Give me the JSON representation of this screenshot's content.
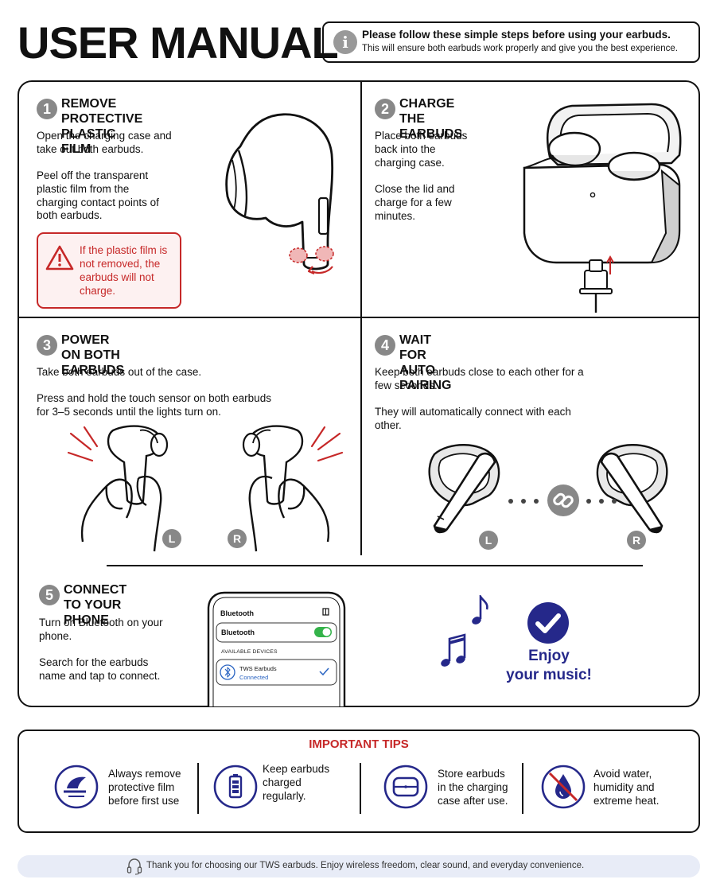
{
  "header": {
    "title": "USER MANUAL",
    "notice_icon": "i",
    "notice_line1": "Please follow these simple steps before using your earbuds.",
    "notice_line2": "This will ensure both earbuds work properly and give you the best experience."
  },
  "steps": [
    {
      "number": "1",
      "title": "REMOVE PROTECTIVE\nPLASTIC FILM",
      "text1": "Open the charging case and\ntake out both earbuds.",
      "text2": "Peel off the transparent\nplastic film from the\ncharging contact points of\nboth earbuds.",
      "warning": "If the plastic film is\nnot removed, the\nearbuds will not\ncharge."
    },
    {
      "number": "2",
      "title": "CHARGE THE\nEARBUDS",
      "text1": "Place both earbuds\nback into the\ncharging case.",
      "text2": "Close the lid and\ncharge for a few\nminutes."
    },
    {
      "number": "3",
      "title": "POWER ON BOTH\nEARBUDS",
      "text1": "Take both earbuds out of the case.",
      "text2": "Press and hold the touch sensor on both earbuds\nfor 3–5 seconds until the lights turn on.",
      "left_label": "L",
      "right_label": "R"
    },
    {
      "number": "4",
      "title": "WAIT FOR AUTO\nPAIRING",
      "text1": "Keep both earbuds close to each other for a\nfew seconds.",
      "text2": "They will automatically connect with each\nother.",
      "left_label": "L",
      "right_label": "R"
    },
    {
      "number": "5",
      "title": "CONNECT TO YOUR\nPHONE",
      "text1": "Turn on Bluetooth on your\nphone.",
      "text2": "Search for the earbuds\nname and tap to connect."
    }
  ],
  "phone": {
    "screen_title": "Bluetooth",
    "toggle_label": "Bluetooth",
    "toggle_on": true,
    "section_label": "AVAILABLE DEVICES",
    "device_name": "TWS Earbuds",
    "device_status": "Connected"
  },
  "enjoy": "Enjoy\nyour music!",
  "tips": {
    "title": "IMPORTANT TIPS",
    "items": [
      {
        "icon": "peel-film-icon",
        "text": "Always remove\nprotective film\nbefore first use"
      },
      {
        "icon": "battery-icon",
        "text": "Keep earbuds\ncharged\nregularly."
      },
      {
        "icon": "case-icon",
        "text": "Store earbuds\nin the charging\ncase after use."
      },
      {
        "icon": "no-water-icon",
        "text": "Avoid water,\nhumidity and\nextreme heat."
      }
    ]
  },
  "footer": {
    "text": "Thank you for choosing our TWS earbuds. Enjoy wireless freedom, clear sound, and everyday convenience."
  },
  "colors": {
    "navy": "#25288a",
    "red": "#c62828",
    "badge_gray": "#888888",
    "toggle_green": "#34b34a",
    "footer_bg": "#e8ecf7"
  }
}
